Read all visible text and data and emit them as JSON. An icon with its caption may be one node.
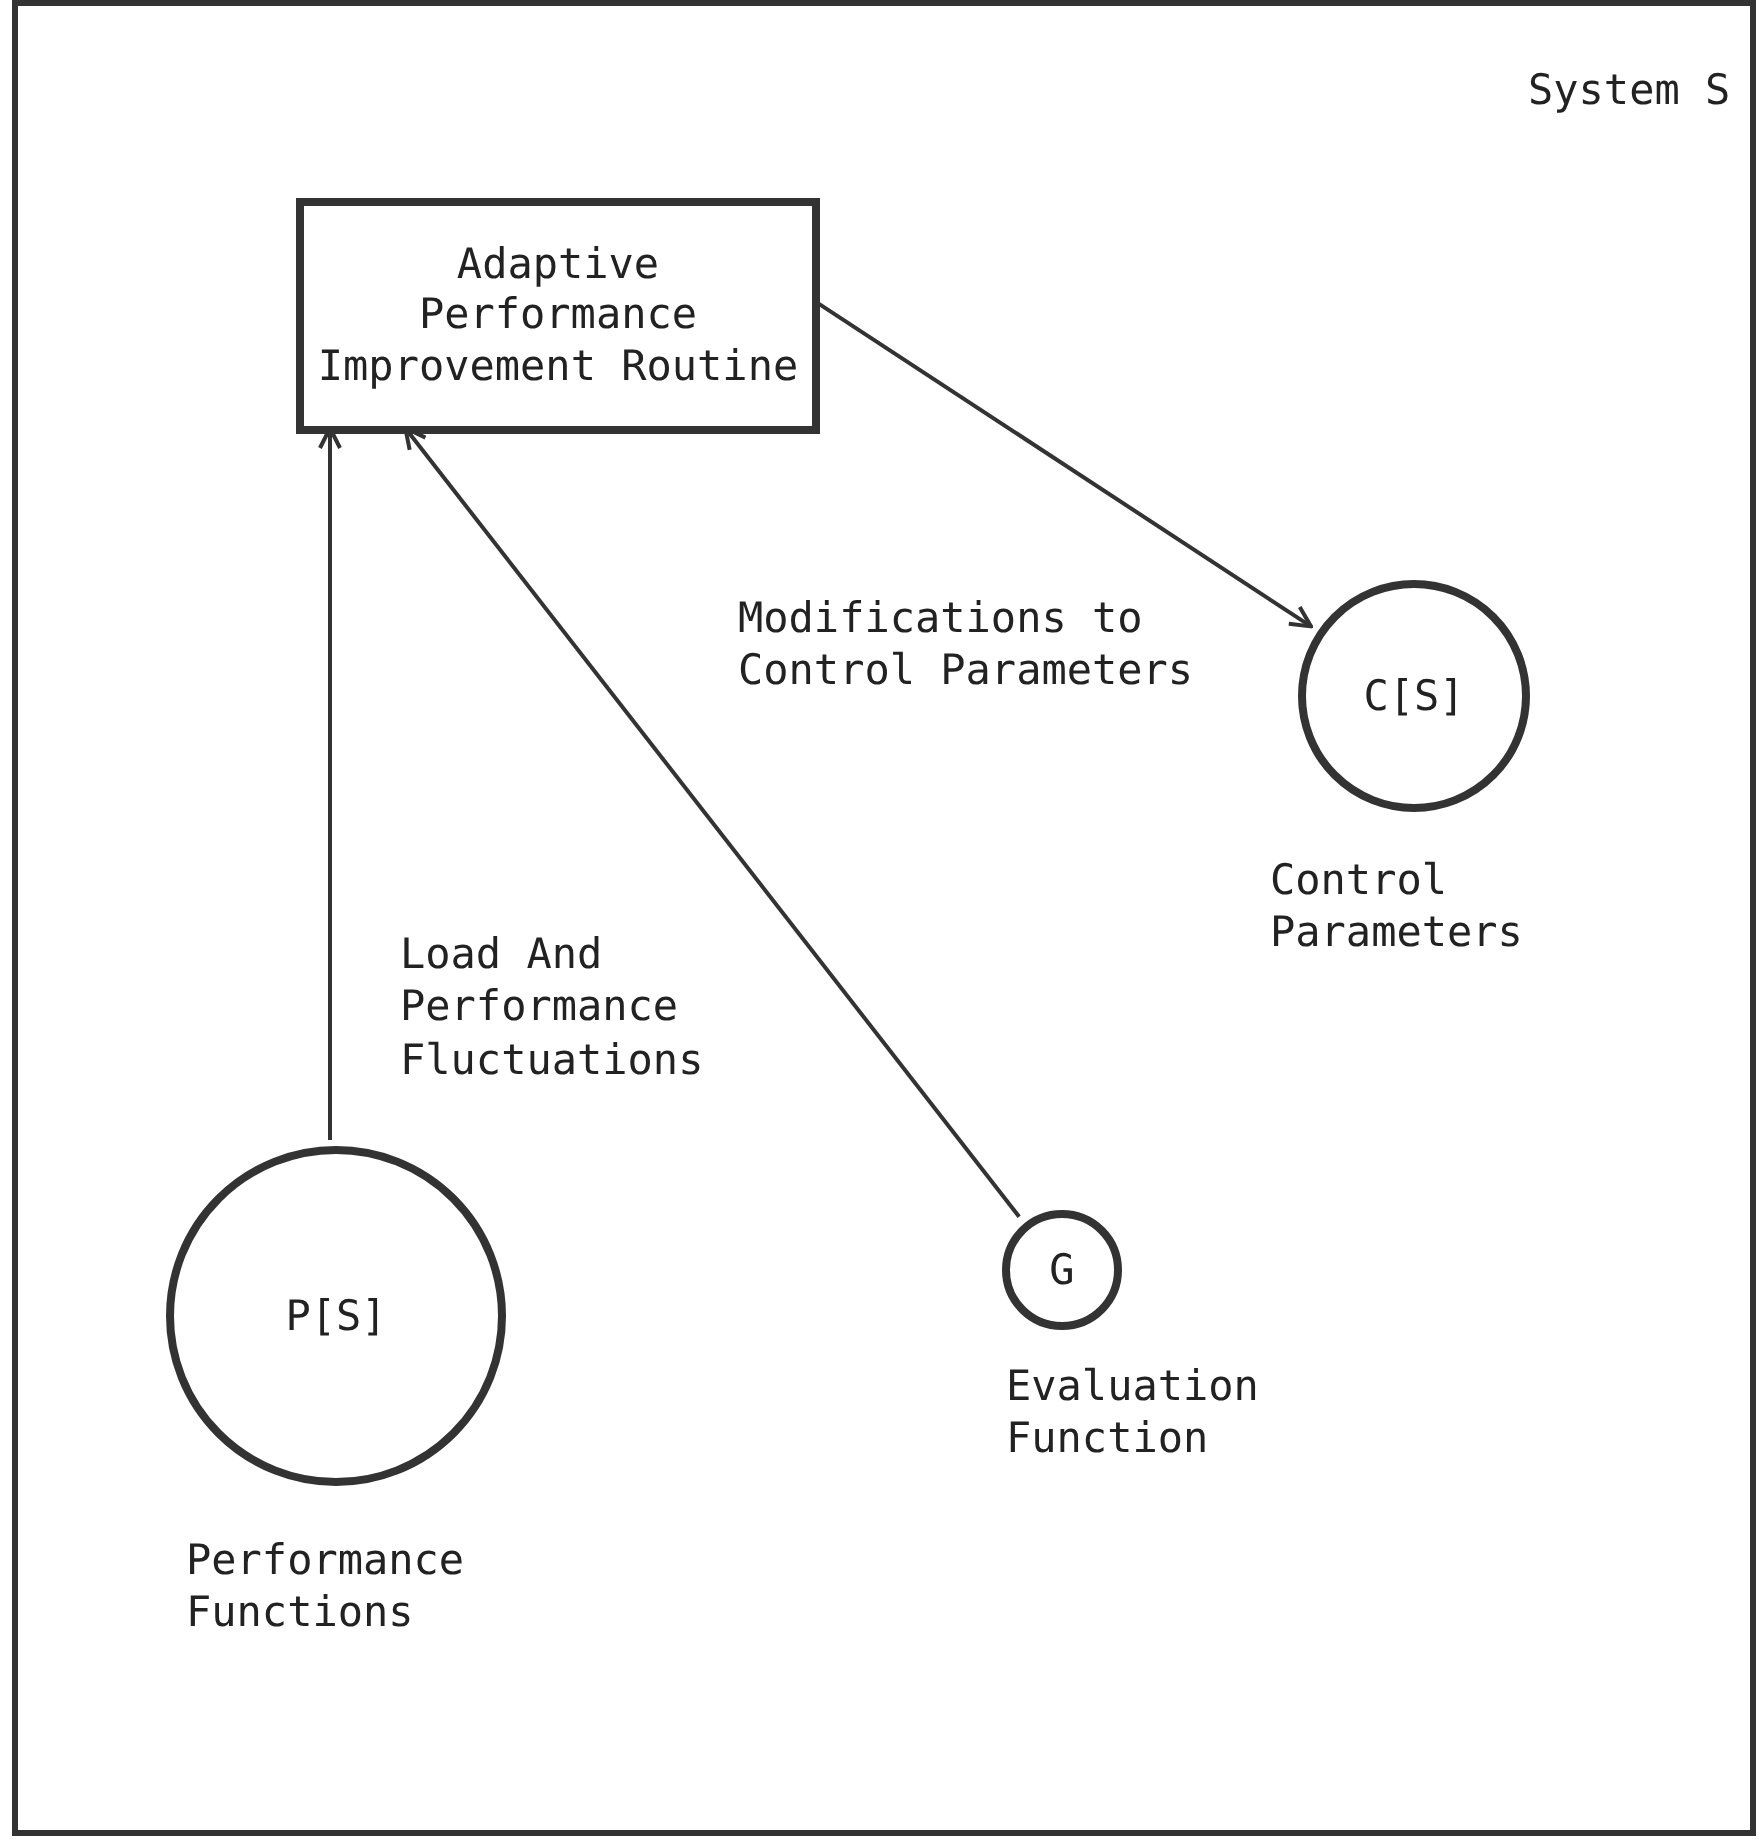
{
  "diagram": {
    "nodes": [
      {
        "text": [
          "System S"
        ]
      },
      {
        "text": [
          "Adaptive Performance Improvement Routine"
        ],
        "in": 0
      },
      {
        "text": [
          "C[S]"
        ],
        "beside": [
          "Control Parameters"
        ],
        "in": 0
      },
      {
        "text": [
          "P[S]"
        ],
        "beside": [
          "Performance Functions"
        ],
        "in": 0
      },
      {
        "text": [
          "G"
        ],
        "beside": [
          "Evaluation Function"
        ],
        "in": 0
      }
    ],
    "edges": [
      {
        "from": 1,
        "to": 2,
        "arrow": "to",
        "label": "Modifications to Control Parameters"
      },
      {
        "from": 3,
        "to": 1,
        "arrow": "to",
        "label": "Load And Performance Fluctuations"
      },
      {
        "from": 4,
        "to": 1,
        "arrow": "to"
      }
    ]
  }
}
